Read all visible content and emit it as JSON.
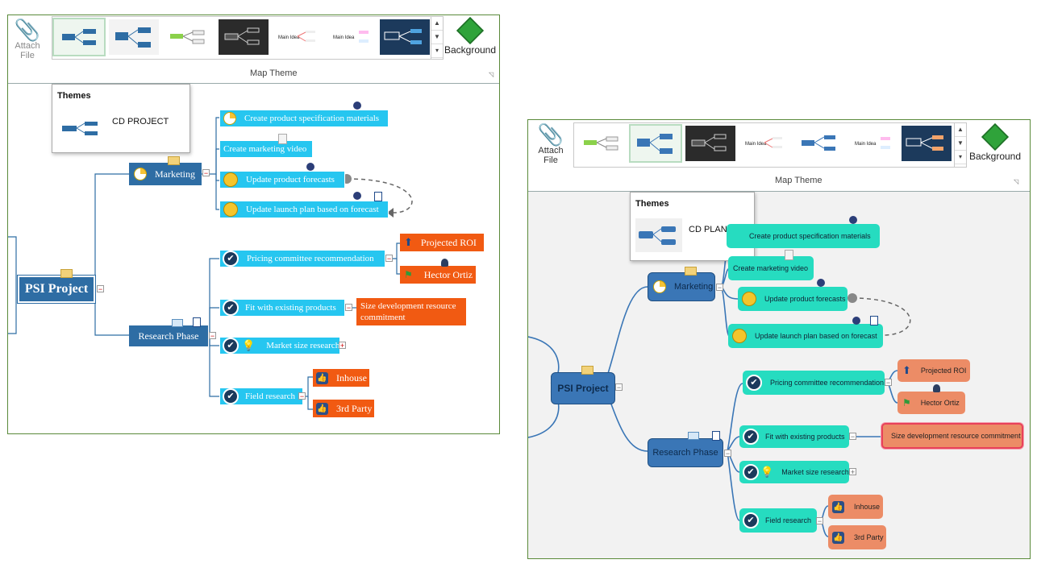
{
  "left": {
    "ribbon": {
      "attach_label_1": "Attach",
      "attach_label_2": "File",
      "background_label": "Background",
      "group_label": "Map Theme"
    },
    "themes_popup": {
      "title": "Themes",
      "theme_name": "CD PROJECT"
    },
    "map": {
      "root": "PSI Project",
      "marketing": "Marketing",
      "task1": "Create product specification materials",
      "task2": "Create marketing video",
      "task3": "Update product forecasts",
      "task4": "Update launch plan based on forecast",
      "research": "Research Phase",
      "pricing": "Pricing committee recommendation",
      "projected": "Projected ROI",
      "hector": "Hector Ortiz",
      "fit": "Fit with existing products",
      "size_dev": "Size development resource commitment",
      "market_size": "Market size research",
      "field": "Field research",
      "inhouse": "Inhouse",
      "third": "3rd Party"
    }
  },
  "right": {
    "ribbon": {
      "attach_label_1": "Attach",
      "attach_label_2": "File",
      "background_label": "Background",
      "group_label": "Map Theme"
    },
    "themes_popup": {
      "title": "Themes",
      "theme_name": "CD PLAN"
    },
    "map": {
      "root": "PSI Project",
      "marketing": "Marketing",
      "task1": "Create product specification materials",
      "task2": "Create marketing video",
      "task3": "Update product forecasts",
      "task4": "Update launch plan based on forecast",
      "research": "Research Phase",
      "pricing": "Pricing committee recommendation",
      "projected": "Projected ROI",
      "hector": "Hector Ortiz",
      "fit": "Fit with existing products",
      "size_dev": "Size development resource commitment",
      "market_size": "Market size research",
      "field": "Field research",
      "inhouse": "Inhouse",
      "third": "3rd Party"
    }
  },
  "colors": {
    "cd_project_branch": "#2e6da4",
    "cd_project_topic": "#26c6f0",
    "cd_project_orange": "#f15a12",
    "cd_plan_branch": "#3a76b6",
    "cd_plan_topic": "#26dcc0",
    "cd_plan_salmon": "#ec8c66",
    "selection": "#e8415a"
  }
}
